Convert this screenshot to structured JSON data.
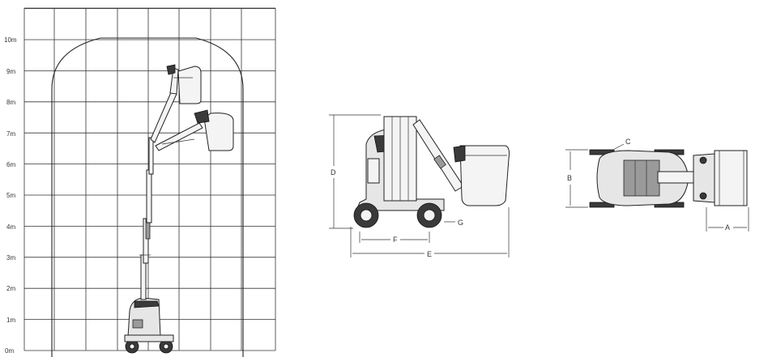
{
  "height_chart": {
    "y_ticks": [
      "0m",
      "1m",
      "2m",
      "3m",
      "4m",
      "5m",
      "6m",
      "7m",
      "8m",
      "9m",
      "10m"
    ]
  },
  "side_view": {
    "dim_labels": {
      "D": "D",
      "E": "E",
      "F": "F",
      "G": "G"
    }
  },
  "top_view": {
    "dim_labels": {
      "A": "A",
      "B": "B",
      "C": "C"
    }
  },
  "colors": {
    "line": "#222222",
    "tire": "#3a3a3a",
    "body": "#e6e6e6"
  }
}
